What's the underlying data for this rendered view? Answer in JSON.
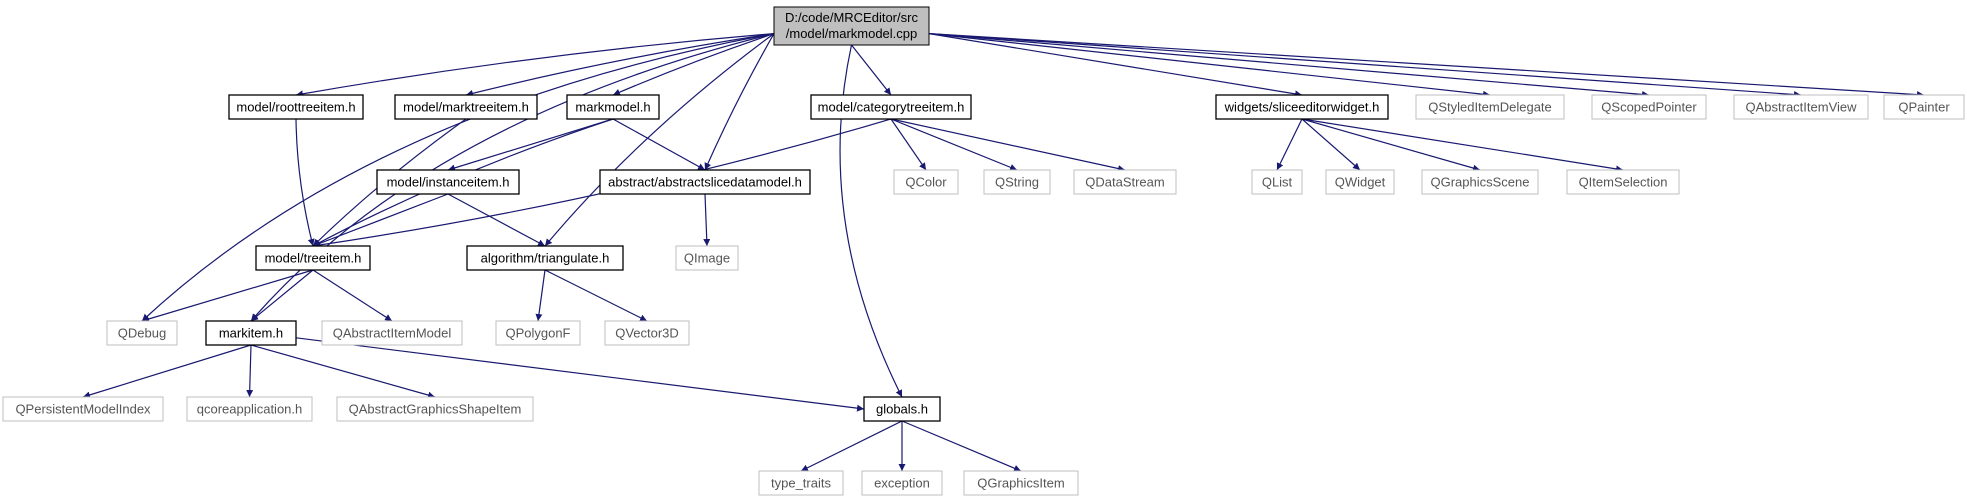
{
  "root_file": {
    "line1": "D:/code/MRCEditor/src",
    "line2": "/model/markmodel.cpp"
  },
  "colors": {
    "edge": "#191970",
    "internal_border": "#000000",
    "external_border": "#bfbfbf",
    "root_fill": "#bfbfbf"
  },
  "nodes": {
    "roottreeitem": "model/roottreeitem.h",
    "marktreeitem": "model/marktreeitem.h",
    "markmodel_h": "markmodel.h",
    "categorytreeitem": "model/categorytreeitem.h",
    "sliceeditorwidget": "widgets/sliceeditorwidget.h",
    "qstyleditemdelegate": "QStyledItemDelegate",
    "qscopedpointer": "QScopedPointer",
    "qabstractitemview": "QAbstractItemView",
    "qpainter": "QPainter",
    "instanceitem": "model/instanceitem.h",
    "abstractslicedatamodel": "abstract/abstractslicedatamodel.h",
    "qcolor": "QColor",
    "qstring": "QString",
    "qdatastream": "QDataStream",
    "qlist": "QList",
    "qwidget": "QWidget",
    "qgraphicsscene": "QGraphicsScene",
    "qitemselection": "QItemSelection",
    "treeitem": "model/treeitem.h",
    "triangulate": "algorithm/triangulate.h",
    "qimage": "QImage",
    "qdebug": "QDebug",
    "markitem": "markitem.h",
    "qabstractitemmodel": "QAbstractItemModel",
    "qpolygonf": "QPolygonF",
    "qvector3d": "QVector3D",
    "qpersistentmodelindex": "QPersistentModelIndex",
    "qcoreapplication": "qcoreapplication.h",
    "qabstractgraphicsshapeitem": "QAbstractGraphicsShapeItem",
    "globals": "globals.h",
    "type_traits": "type_traits",
    "exception": "exception",
    "qgraphicsitem": "QGraphicsItem"
  }
}
